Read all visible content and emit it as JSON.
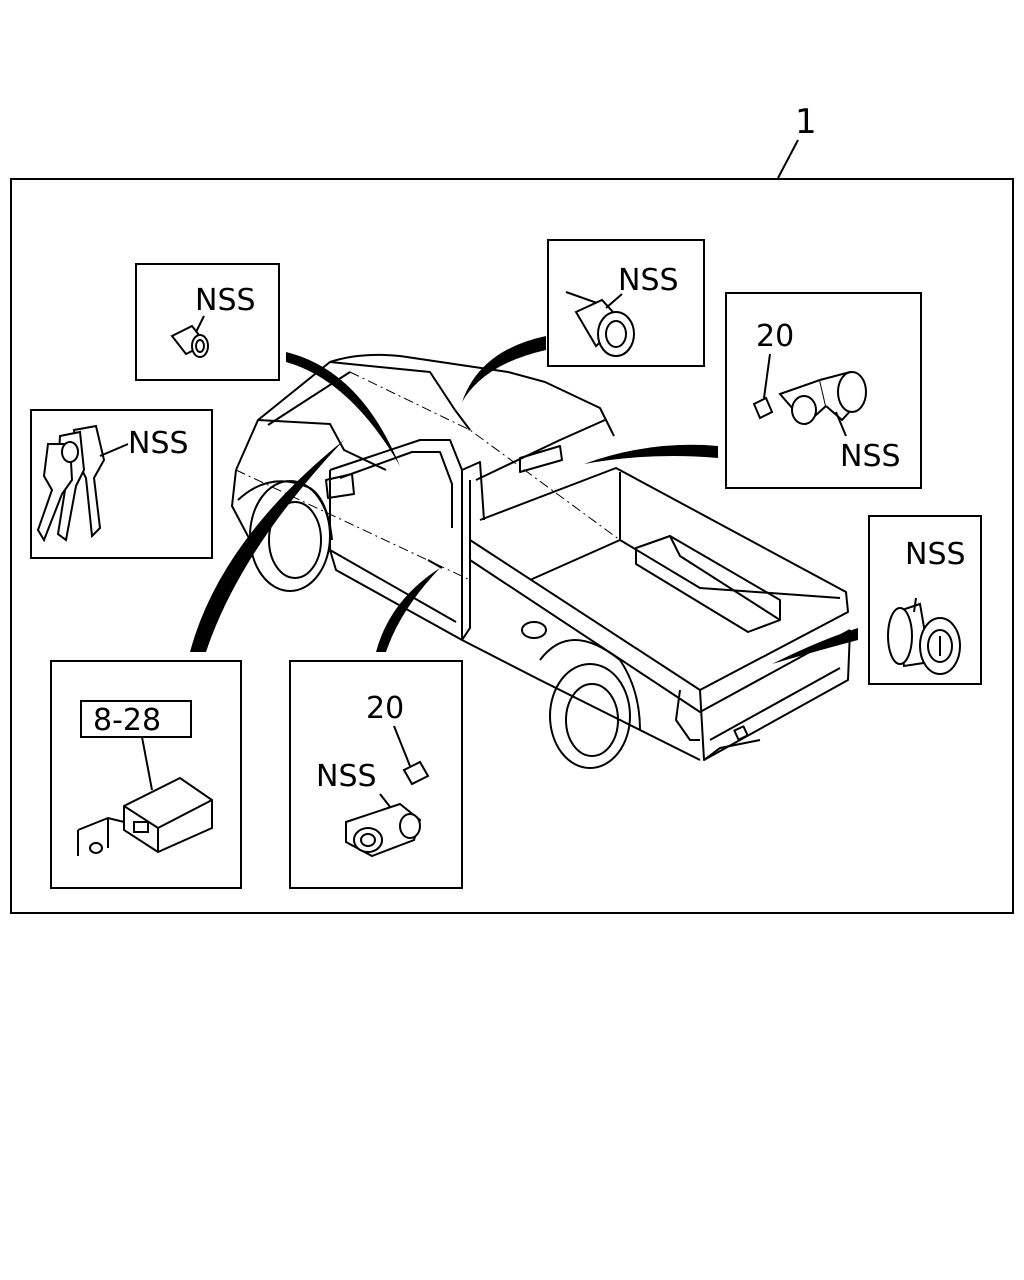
{
  "callouts": {
    "main_ref": "1",
    "ignition_cylinder": "NSS",
    "keys": "NSS",
    "roof_cylinder": "NSS",
    "rear_door_lock_ref": "20",
    "rear_door_lock": "NSS",
    "tailgate_cylinder": "NSS",
    "ecu_ref": "8-28",
    "front_door_lock_ref": "20",
    "front_door_lock": "NSS"
  },
  "colors": {
    "line": "#000000",
    "background": "#ffffff"
  }
}
